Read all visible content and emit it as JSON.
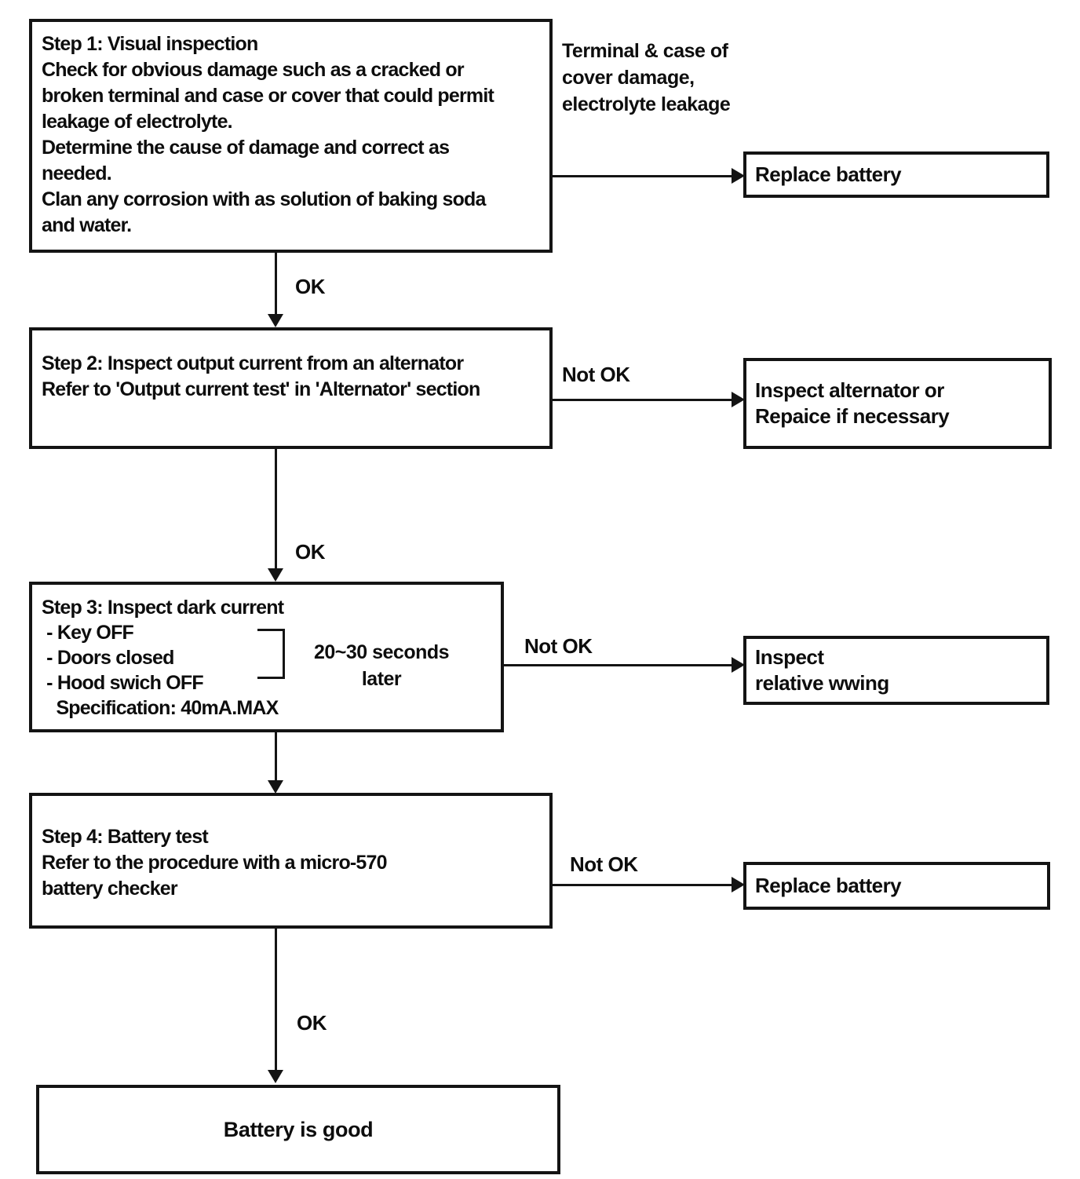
{
  "diagram": {
    "type": "flowchart",
    "colors": {
      "ink": "#141414",
      "paper": "#ffffff"
    },
    "boxes": {
      "step1": {
        "text": "Step 1: Visual inspection\nCheck for obvious damage such as a cracked or\nbroken terminal and case or cover that could permit\nleakage of electrolyte.\nDetermine the cause of damage and correct as\nneeded.\nClan any corrosion with as solution of baking soda\nand water."
      },
      "replace_battery_top": {
        "text": "Replace battery"
      },
      "step2": {
        "text": "Step 2: Inspect output current from an alternator\nRefer to 'Output current test' in 'Alternator' section"
      },
      "inspect_alternator": {
        "text": "Inspect alternator or\nRepaice if necessary"
      },
      "step3": {
        "text": "Step 3: Inspect dark current\n - Key OFF\n - Doors closed\n - Hood swich OFF\n   Specification: 40mA.MAX"
      },
      "inspect_wiring": {
        "text": "Inspect\nrelative wwing"
      },
      "step4": {
        "text": "Step 4: Battery test\nRefer to the procedure with a micro-570\nbattery checker"
      },
      "replace_battery_bottom": {
        "text": "Replace battery"
      },
      "battery_good": {
        "text": "Battery is good"
      }
    },
    "annotations": {
      "damage_note": {
        "text": "Terminal & case of\ncover damage,\nelectrolyte leakage"
      },
      "timing_note": {
        "text": "20~30 seconds\nlater"
      }
    },
    "edge_labels": {
      "ok_step1": "OK",
      "ok_step2": "OK",
      "ok_step4": "OK",
      "not_ok_step2": "Not OK",
      "not_ok_step3": "Not OK",
      "not_ok_step4": "Not OK"
    }
  }
}
